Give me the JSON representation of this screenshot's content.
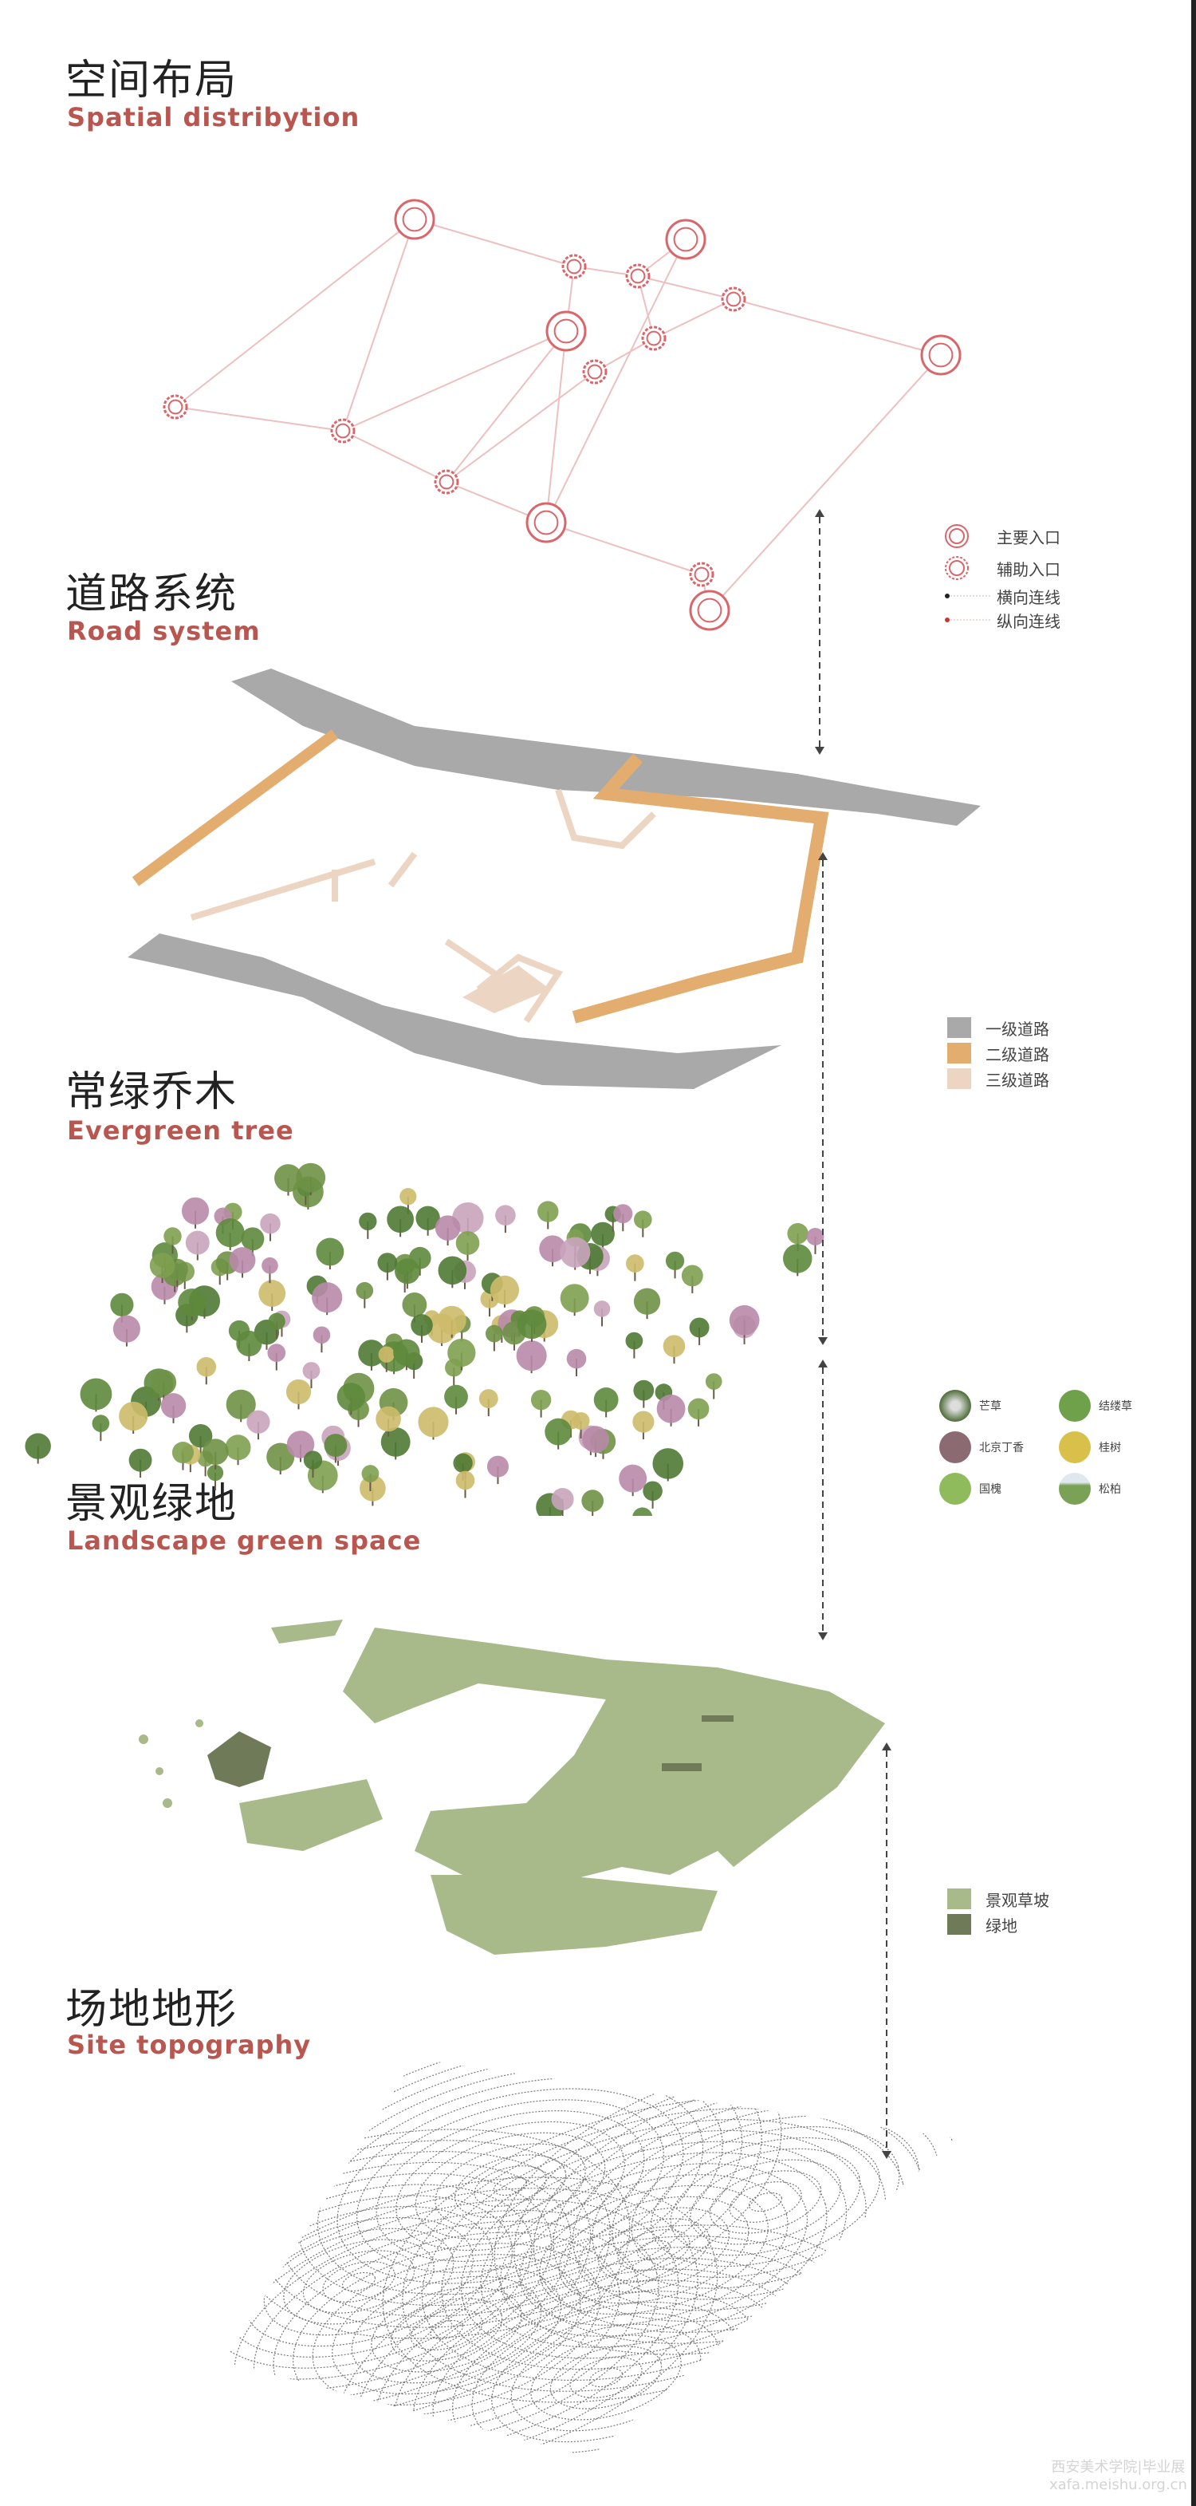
{
  "sections": [
    {
      "cn": "空间布局",
      "en": "Spatial distribytion"
    },
    {
      "cn": "道路系统",
      "en": "Road system"
    },
    {
      "cn": "常绿乔木",
      "en": "Evergreen tree"
    },
    {
      "cn": "景观绿地",
      "en": "Landscape green space"
    },
    {
      "cn": "场地地形",
      "en": "Site topography"
    }
  ],
  "legend_spatial": [
    {
      "label": "主要入口",
      "icon": "main-entrance-icon"
    },
    {
      "label": "辅助入口",
      "icon": "secondary-entrance-icon"
    },
    {
      "label": "横向连线",
      "icon": "horizontal-link-icon"
    },
    {
      "label": "纵向连线",
      "icon": "vertical-link-icon"
    }
  ],
  "legend_roads": [
    {
      "label": "一级道路",
      "color": "#a9a9a9"
    },
    {
      "label": "二级道路",
      "color": "#e2ad6e"
    },
    {
      "label": "三级道路",
      "color": "#ecd6c3"
    }
  ],
  "legend_plants": [
    {
      "label": "芒草",
      "color": "#6f8a52"
    },
    {
      "label": "结缕草",
      "color": "#6fa04a"
    },
    {
      "label": "北京丁香",
      "color": "#8c6a72"
    },
    {
      "label": "桂树",
      "color": "#d8c04a"
    },
    {
      "label": "国槐",
      "color": "#8fbb5c"
    },
    {
      "label": "松柏",
      "color": "#7aa256"
    }
  ],
  "legend_green": [
    {
      "label": "景观草坡",
      "color": "#a8b98a"
    },
    {
      "label": "绿地",
      "color": "#6f7a58"
    }
  ],
  "colors": {
    "accent": "#b8564f",
    "node": "#d9666a"
  },
  "watermark": {
    "line1": "西安美术学院|毕业展",
    "line2": "xafa.meishu.org.cn"
  }
}
